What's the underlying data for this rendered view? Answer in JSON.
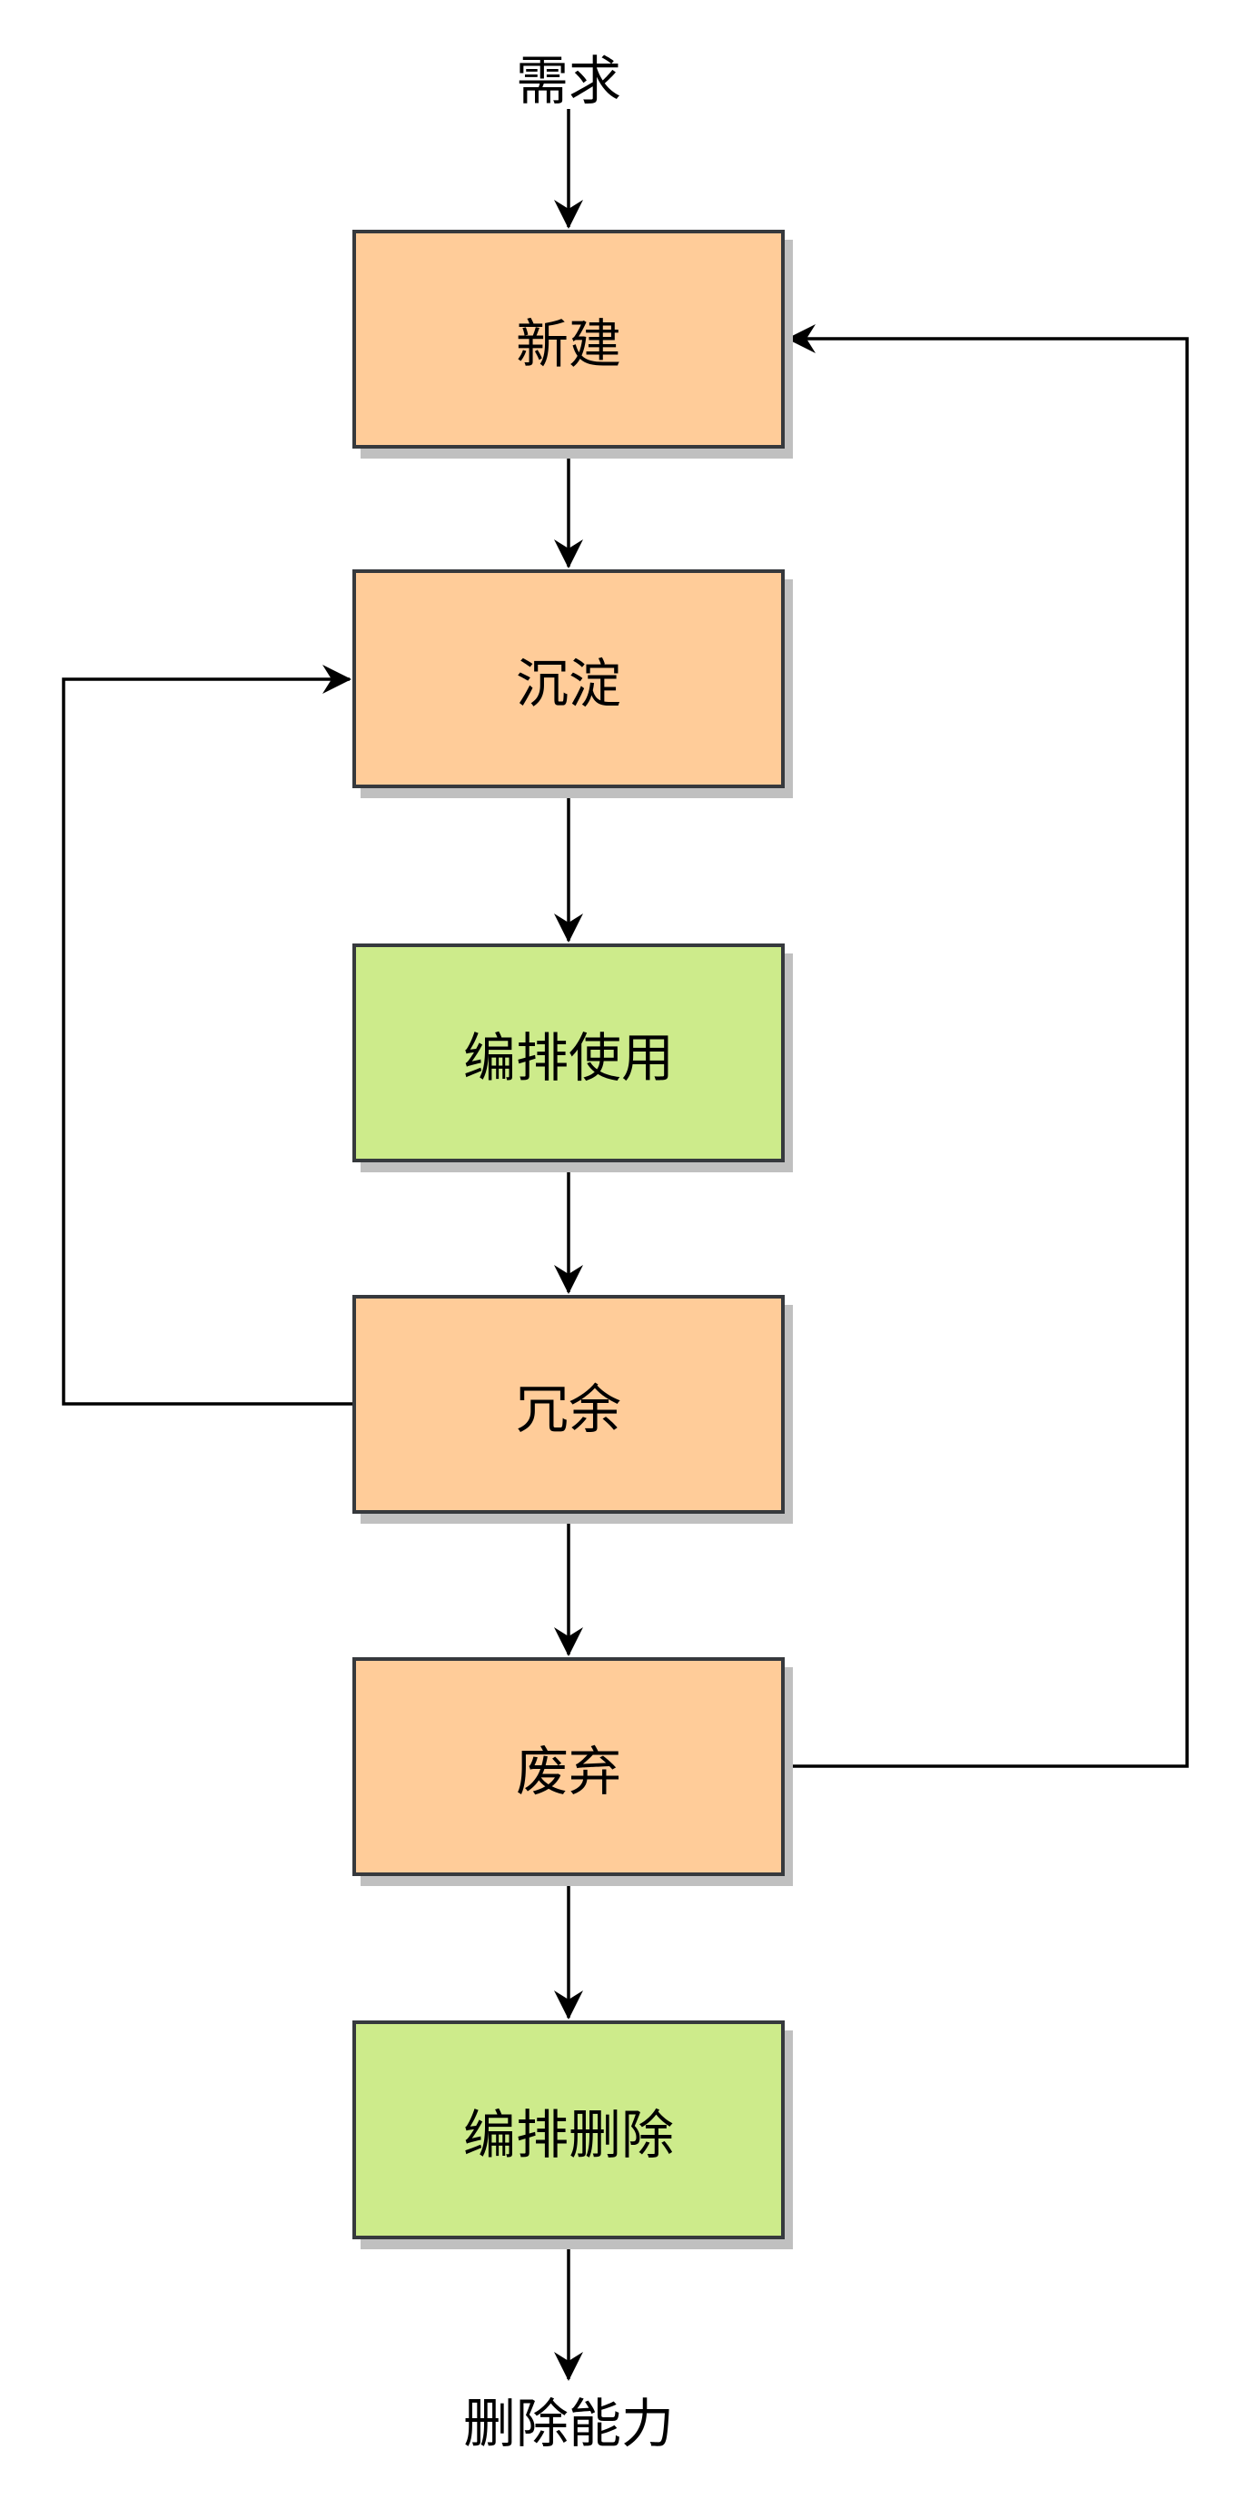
{
  "title": "需求",
  "end_label": "删除能力",
  "nodes": [
    {
      "label": "新建",
      "color": "#ffcc99"
    },
    {
      "label": "沉淀",
      "color": "#ffcc99"
    },
    {
      "label": "编排使用",
      "color": "#cdeb8b"
    },
    {
      "label": "冗余",
      "color": "#ffcc99"
    },
    {
      "label": "废弃",
      "color": "#ffcc99"
    },
    {
      "label": "编排删除",
      "color": "#cdeb8b"
    }
  ]
}
